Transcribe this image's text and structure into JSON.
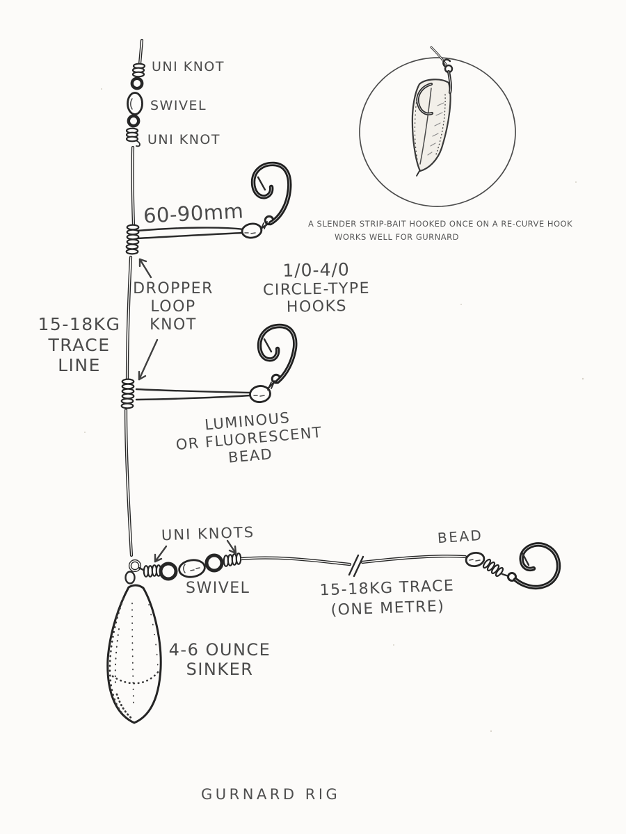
{
  "page": {
    "background": "#fcfbf9",
    "ink": "#262626",
    "text_color": "#4b4b4b"
  },
  "title": "GURNARD RIG",
  "labels": {
    "uni_knot_top": "UNI KNOT",
    "swivel_top": "SWIVEL",
    "uni_knot_top_2": "UNI KNOT",
    "dropper_length": "60-90mm",
    "dropper_knot": {
      "l1": "DROPPER",
      "l2": "LOOP",
      "l3": "KNOT"
    },
    "hook_size": {
      "l1": "1/0-4/0",
      "l2": "CIRCLE-TYPE",
      "l3": "HOOKS"
    },
    "trace_line": {
      "l1": "15-18KG",
      "l2": "TRACE",
      "l3": "LINE"
    },
    "bead_mid": {
      "l1": "LUMINOUS",
      "l2": "OR FLUORESCENT",
      "l3": "BEAD"
    },
    "uni_knots_bottom": "UNI KNOTS",
    "swivel_bottom": "SWIVEL",
    "bead_bottom": "BEAD",
    "trace_bottom": {
      "l1": "15-18KG TRACE",
      "l2": "(ONE METRE)"
    },
    "sinker": {
      "l1": "4-6 OUNCE",
      "l2": "SINKER"
    }
  },
  "inset": {
    "caption_l1": "A SLENDER STRIP-BAIT HOOKED ONCE ON A RE-CURVE HOOK",
    "caption_l2": "WORKS WELL FOR GURNARD"
  }
}
